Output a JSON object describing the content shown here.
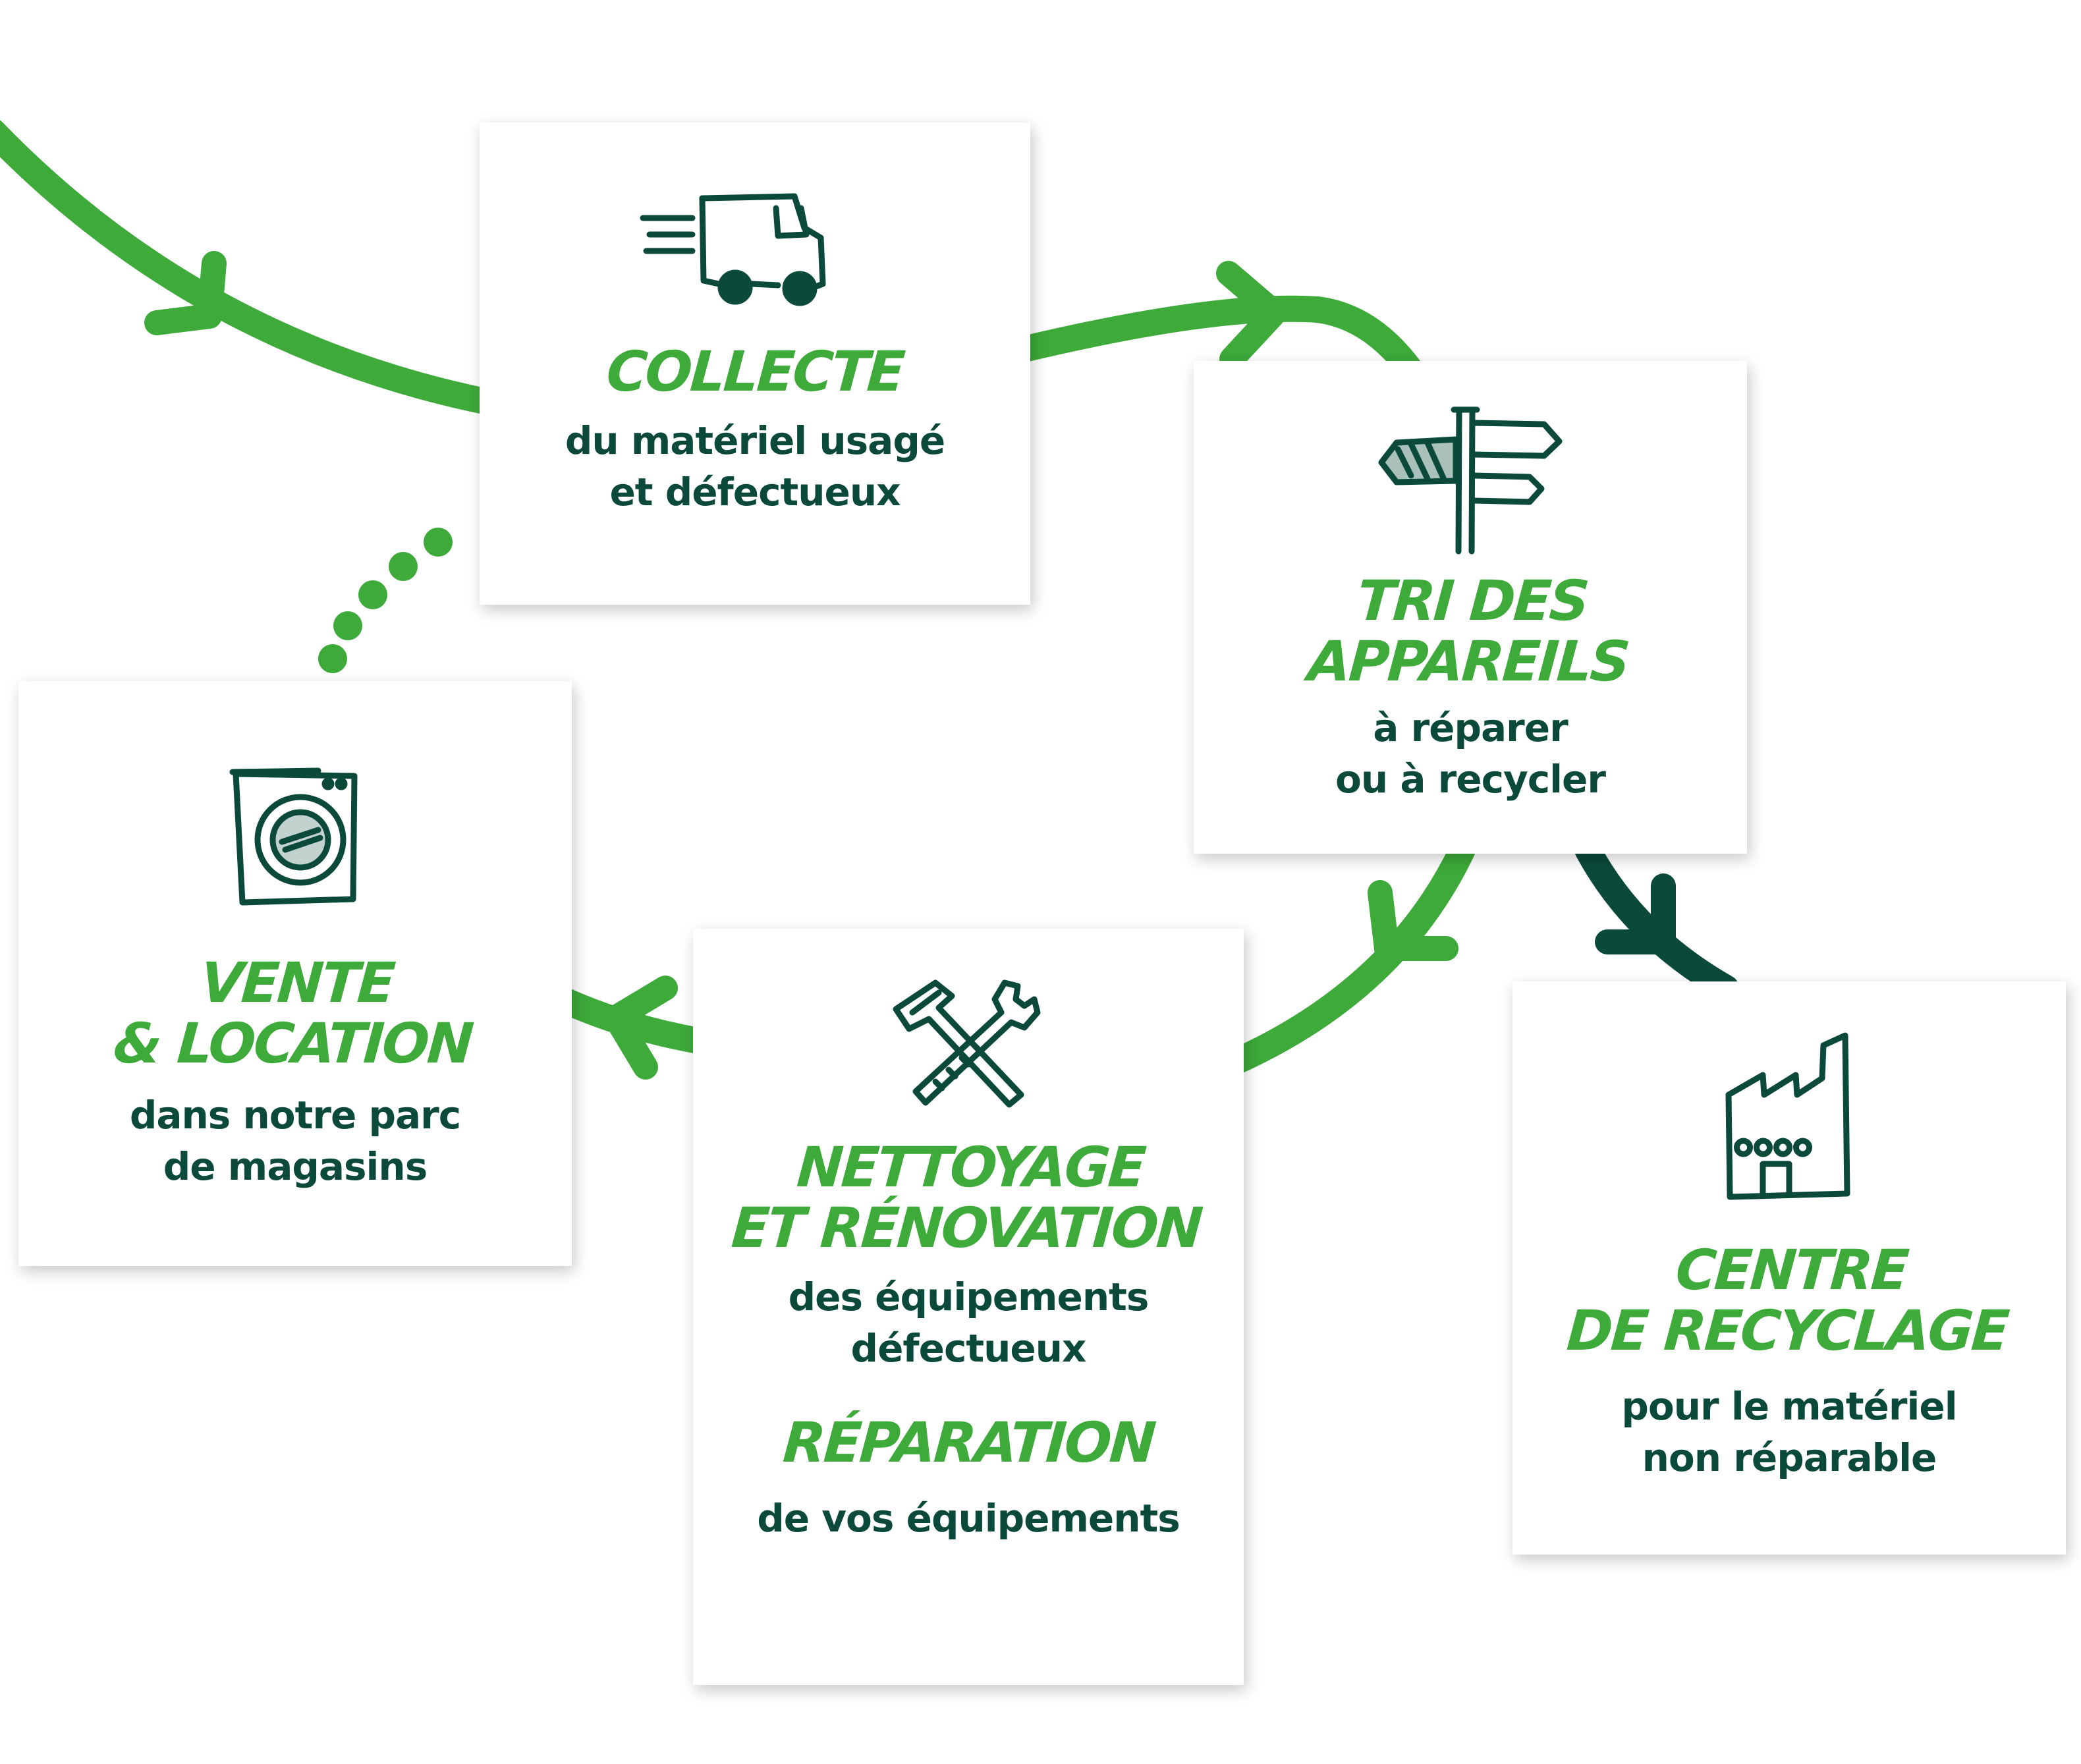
{
  "colors": {
    "green": "#3daa3a",
    "dark_green": "#0b4a3a"
  },
  "steps": {
    "collecte": {
      "icon": "delivery-truck-icon",
      "title": "COLLECTE",
      "desc": [
        "du matériel usagé",
        "et défectueux"
      ]
    },
    "tri": {
      "icon": "signpost-icon",
      "title": [
        "TRI DES",
        "APPAREILS"
      ],
      "desc": [
        "à réparer",
        "ou à recycler"
      ]
    },
    "nettoyage": {
      "icon": "hammer-wrench-icon",
      "title": [
        "NETTOYAGE",
        "ET RÉNOVATION"
      ],
      "desc": [
        "des équipements",
        "défectueux"
      ],
      "title2": "RÉPARATION",
      "desc2": "de vos équipements"
    },
    "vente": {
      "icon": "washing-machine-icon",
      "title": [
        "VENTE",
        "& LOCATION"
      ],
      "desc": [
        "dans notre parc",
        "de magasins"
      ]
    },
    "recyclage": {
      "icon": "factory-icon",
      "title": [
        "CENTRE",
        "DE RECYCLAGE"
      ],
      "desc": [
        "pour le matériel",
        "non  réparable"
      ]
    }
  }
}
